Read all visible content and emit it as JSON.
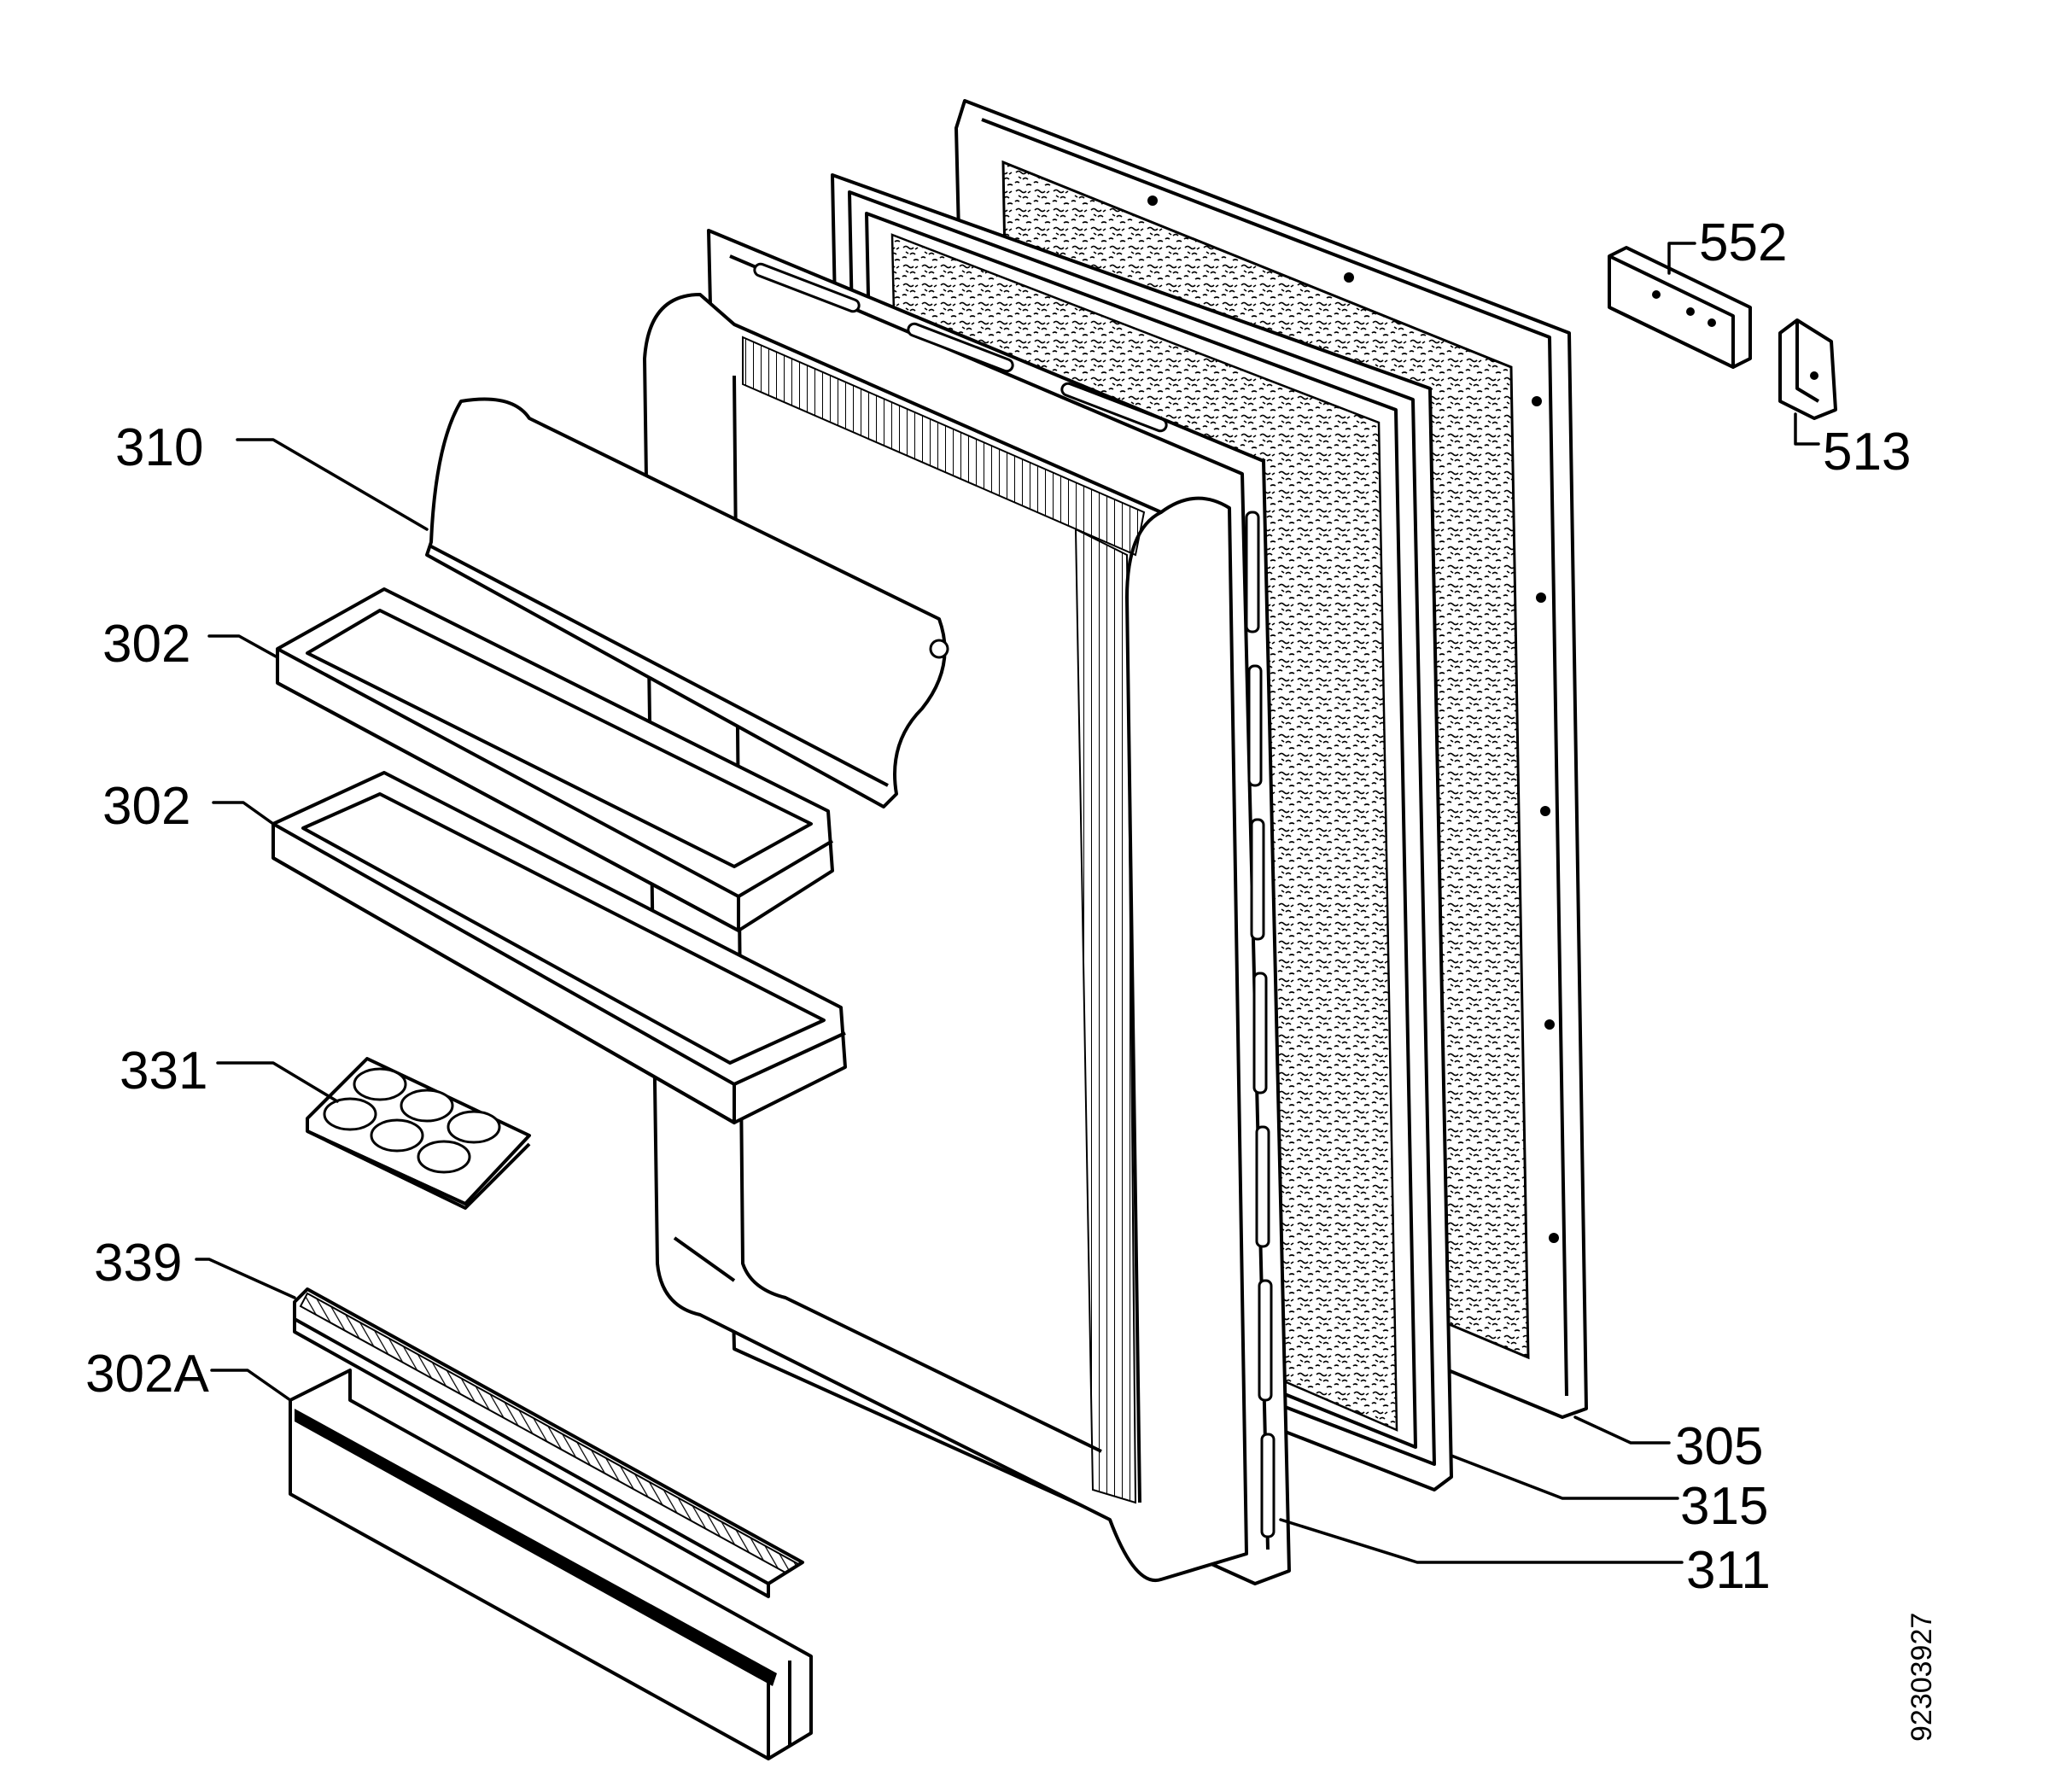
{
  "labels": {
    "l310": "310",
    "l302a": "302",
    "l302b": "302",
    "l331": "331",
    "l339": "339",
    "l302A": "302A",
    "l552": "552",
    "l513": "513",
    "l305": "305",
    "l315": "315",
    "l311": "311"
  },
  "drawing_number": "92303927"
}
